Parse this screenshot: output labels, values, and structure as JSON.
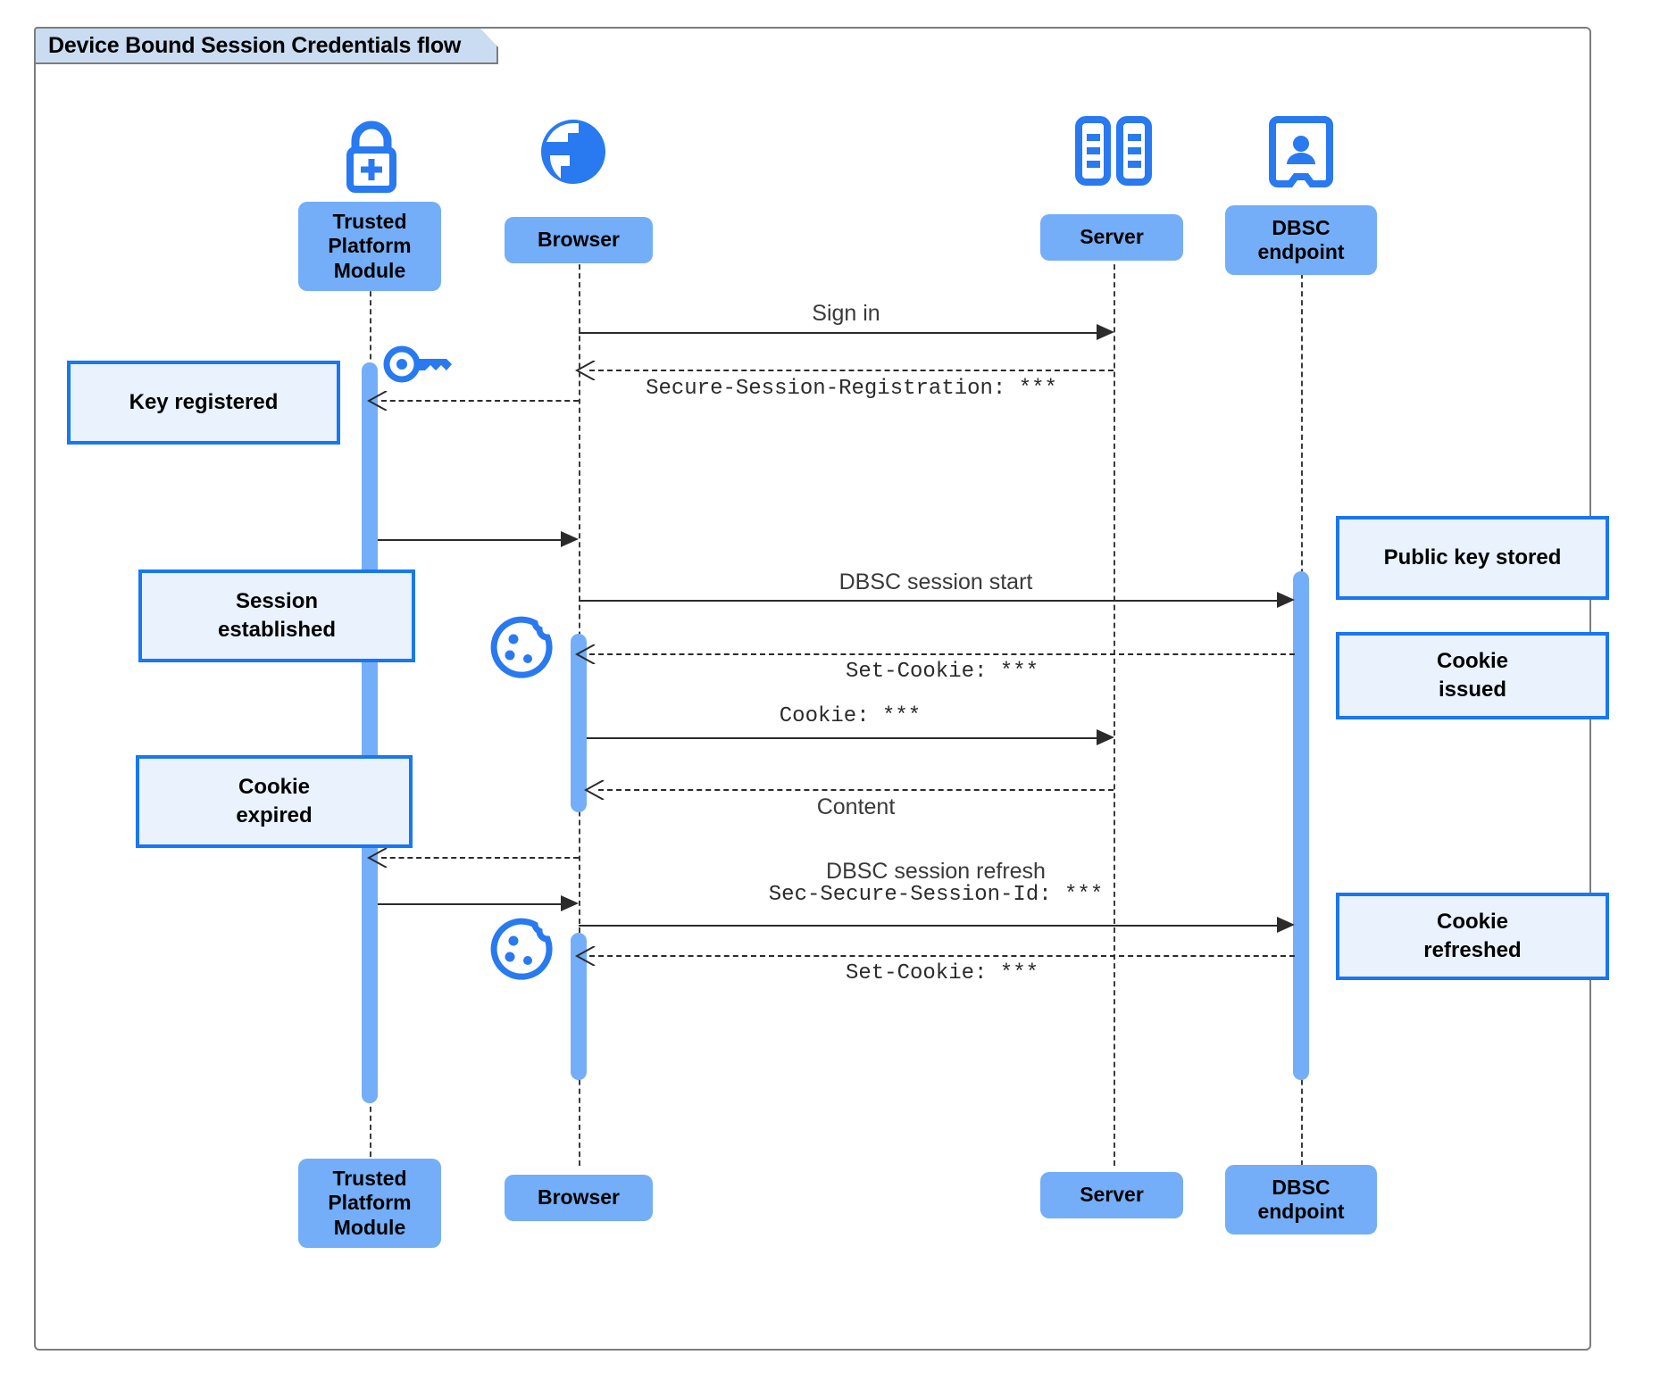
{
  "diagram": {
    "title": "Device Bound Session Credentials flow",
    "type": "uml-sequence-diagram",
    "colors": {
      "participant_fill": "#74aef8",
      "note_fill": "#eaf2fe",
      "note_border": "#1877f2",
      "icon_blue": "#2979f0",
      "frame_border": "#7d7d7d",
      "title_fill": "#c9dcf2",
      "line": "#2b2b2b"
    }
  },
  "participants": [
    {
      "id": "tpm",
      "label": "Trusted\nPlatform\nModule",
      "label_line1": "Trusted",
      "label_line2": "Platform",
      "label_line3": "Module",
      "icon": "lock-plus-icon"
    },
    {
      "id": "browser",
      "label": "Browser",
      "icon": "globe-icon"
    },
    {
      "id": "server",
      "label": "Server",
      "icon": "server-rack-icon"
    },
    {
      "id": "dbsc",
      "label": "DBSC\nendpoint",
      "label_line1": "DBSC",
      "label_line2": "endpoint",
      "icon": "id-badge-icon"
    }
  ],
  "messages": [
    {
      "id": "m1",
      "text": "Sign in",
      "style": "sans",
      "from": "browser",
      "to": "server",
      "line": "solid"
    },
    {
      "id": "m2",
      "text": "Secure-Session-Registration: ***",
      "style": "mono",
      "from": "server",
      "to": "browser",
      "line": "dashed"
    },
    {
      "id": "m3",
      "text": "",
      "style": "none",
      "from": "tpm",
      "to": "browser",
      "line": "solid"
    },
    {
      "id": "m4",
      "text": "DBSC session start",
      "style": "sans",
      "from": "browser",
      "to": "dbsc",
      "line": "solid"
    },
    {
      "id": "m5",
      "text": "Set-Cookie: ***",
      "style": "mono",
      "from": "dbsc",
      "to": "browser",
      "line": "dashed"
    },
    {
      "id": "m6",
      "text": "Cookie: ***",
      "style": "mono",
      "from": "browser",
      "to": "server",
      "line": "solid"
    },
    {
      "id": "m7",
      "text": "Content",
      "style": "sans",
      "from": "server",
      "to": "browser",
      "line": "dashed"
    },
    {
      "id": "m8",
      "text": "",
      "style": "none",
      "from": "browser",
      "to": "tpm",
      "line": "dashed"
    },
    {
      "id": "m9",
      "line1": "DBSC session refresh",
      "line2": "Sec-Secure-Session-Id: ***",
      "style": "mixed",
      "from": "browser",
      "to": "dbsc",
      "line": "solid"
    },
    {
      "id": "m10",
      "text": "",
      "style": "none",
      "from": "tpm",
      "to": "browser",
      "line": "solid"
    },
    {
      "id": "m11",
      "text": "Set-Cookie: ***",
      "style": "mono",
      "from": "dbsc",
      "to": "browser",
      "line": "dashed"
    }
  ],
  "notes": [
    {
      "id": "n1",
      "text": "Key registered",
      "line1": "Key registered",
      "line2": "",
      "side": "left"
    },
    {
      "id": "n2",
      "text": "Session established",
      "line1": "Session",
      "line2": "established",
      "side": "left"
    },
    {
      "id": "n3",
      "text": "Cookie expired",
      "line1": "Cookie",
      "line2": "expired",
      "side": "left"
    },
    {
      "id": "n4",
      "text": "Public key stored",
      "line1": "Public key stored",
      "line2": "",
      "side": "right"
    },
    {
      "id": "n5",
      "text": "Cookie issued",
      "line1": "Cookie",
      "line2": "issued",
      "side": "right"
    },
    {
      "id": "n6",
      "text": "Cookie refreshed",
      "line1": "Cookie",
      "line2": "refreshed",
      "side": "right"
    }
  ],
  "decorations": [
    {
      "id": "d1",
      "icon": "key-icon",
      "near": "tpm"
    },
    {
      "id": "d2",
      "icon": "cookie-icon",
      "near": "browser"
    },
    {
      "id": "d3",
      "icon": "cookie-icon",
      "near": "browser"
    }
  ]
}
